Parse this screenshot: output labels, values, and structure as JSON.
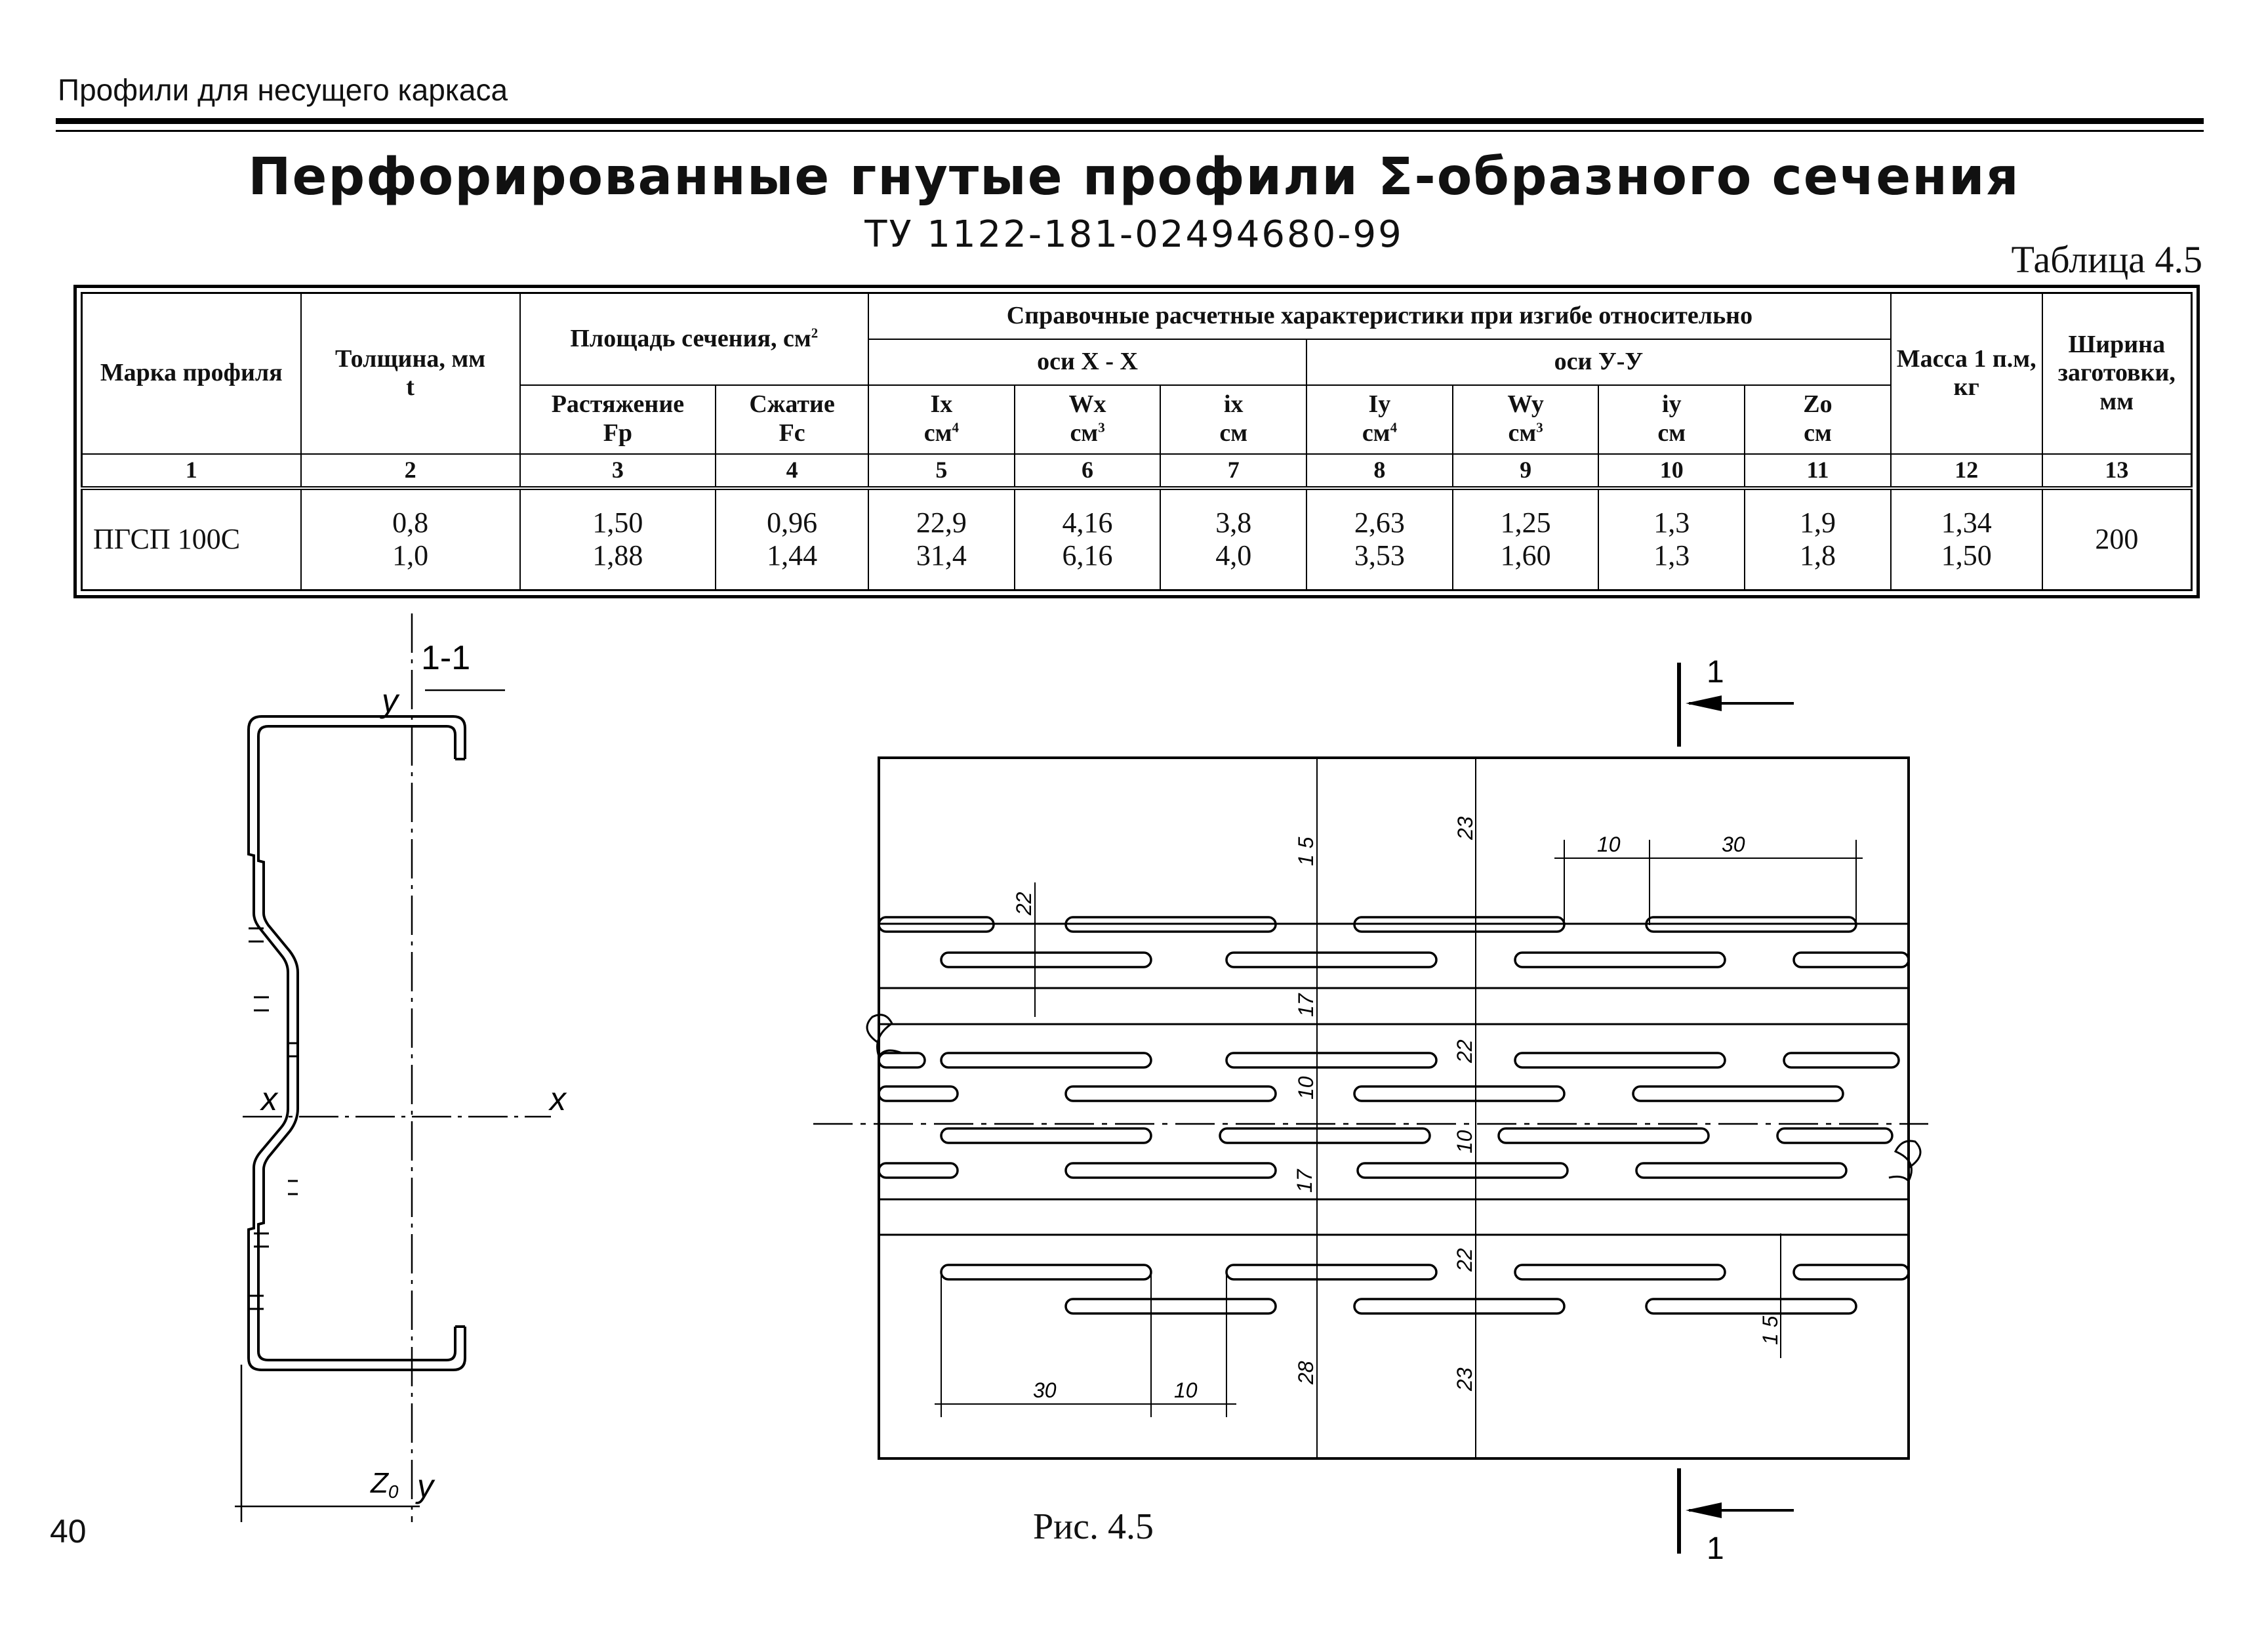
{
  "header": {
    "running_title": "Профили для несущего каркаса"
  },
  "title": "Перфорированные гнутые профили Σ-образного сечения",
  "subtitle": "ТУ 1122-181-02494680-99",
  "table_label": "Таблица 4.5",
  "table": {
    "h_mark": "Марка профиля",
    "h_thickness": "Толщина, мм",
    "h_thickness_sym": "t",
    "h_area": "Площадь сечения, см",
    "h_area_exp": "2",
    "h_bending": "Справочные расчетные характеристики при изгибе относительно",
    "h_axis_x": "оси X - X",
    "h_axis_y": "оси У-У",
    "h_tension": "Растяжение",
    "h_tension_sym": "Fp",
    "h_compression": "Сжатие",
    "h_compression_sym": "Fc",
    "h_ix": "Ix",
    "u_ix": "см",
    "e_ix": "4",
    "h_wx": "Wx",
    "u_wx": "см",
    "e_wx": "3",
    "h_ixr": "ix",
    "u_ixr": "см",
    "h_iy": "Iy",
    "u_iy": "см",
    "e_iy": "4",
    "h_wy": "Wy",
    "u_wy": "см",
    "e_wy": "3",
    "h_iyr": "iy",
    "u_iyr": "см",
    "h_zo": "Zo",
    "u_zo": "см",
    "h_mass": "Масса 1 п.м, кг",
    "h_width": "Ширина заготовки, мм",
    "col_numbers": [
      "1",
      "2",
      "3",
      "4",
      "5",
      "6",
      "7",
      "8",
      "9",
      "10",
      "11",
      "12",
      "13"
    ],
    "row": {
      "mark": "ПГСП 100С",
      "t": [
        "0,8",
        "1,0"
      ],
      "fp": [
        "1,50",
        "1,88"
      ],
      "fc": [
        "0,96",
        "1,44"
      ],
      "ix_moment": [
        "22,9",
        "31,4"
      ],
      "wx": [
        "4,16",
        "6,16"
      ],
      "ix_radius": [
        "3,8",
        "4,0"
      ],
      "iy_moment": [
        "2,63",
        "3,53"
      ],
      "wy": [
        "1,25",
        "1,60"
      ],
      "iy_radius": [
        "1,3",
        "1,3"
      ],
      "zo": [
        "1,9",
        "1,8"
      ],
      "mass": [
        "1,34",
        "1,50"
      ],
      "width": "200"
    }
  },
  "section_drawing": {
    "label": "1-1",
    "axis_y_top": "y",
    "axis_x_left": "x",
    "axis_x_right": "x",
    "zo_label": "Z",
    "zo_sub": "0",
    "axis_y_bottom": "y"
  },
  "perforation_drawing": {
    "cut_top": "1",
    "cut_bottom": "1",
    "dims": {
      "d10_top": "10",
      "d30_top": "30",
      "d23_top": "23",
      "d15_top": "1 5",
      "d22_left": "22",
      "d17_a": "17",
      "d22_mid": "22",
      "d10_a": "10",
      "d10_b": "10",
      "d17_b": "17",
      "d22_low": "22",
      "d15_right": "1 5",
      "d28": "28",
      "d23_bottom": "23",
      "d30_bottom": "30",
      "d10_bottom": "10"
    }
  },
  "figure_caption": "Рис. 4.5",
  "page_number": "40"
}
